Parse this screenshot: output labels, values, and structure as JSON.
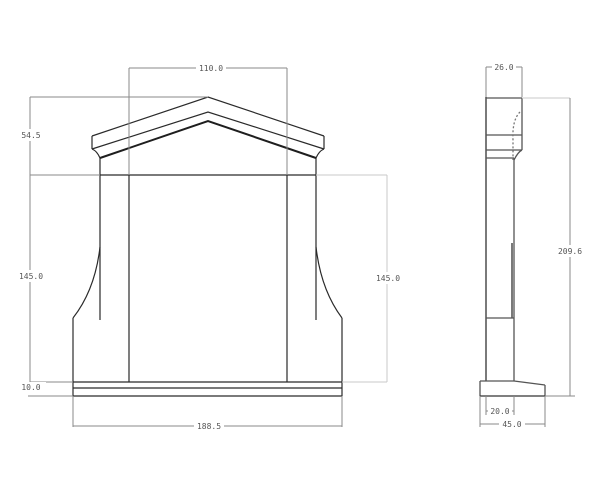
{
  "drawing": {
    "type": "technical elevation drawing",
    "views": {
      "front_elevation": {
        "dimensions": {
          "top_width": "110.0",
          "pediment_height": "54.5",
          "left_height": "145.0",
          "right_height": "145.0",
          "base_height": "10.0",
          "overall_width": "188.5"
        }
      },
      "side_elevation": {
        "dimensions": {
          "top_depth": "26.0",
          "overall_height": "209.6",
          "plinth_inner": "20.0",
          "overall_depth": "45.0"
        }
      }
    },
    "colors": {
      "background": "#ffffff",
      "object_line": "#2a2a2a",
      "dimension_line": "#8a8a8a",
      "extension_line": "#c8c8c8",
      "label_text": "#555555"
    }
  }
}
